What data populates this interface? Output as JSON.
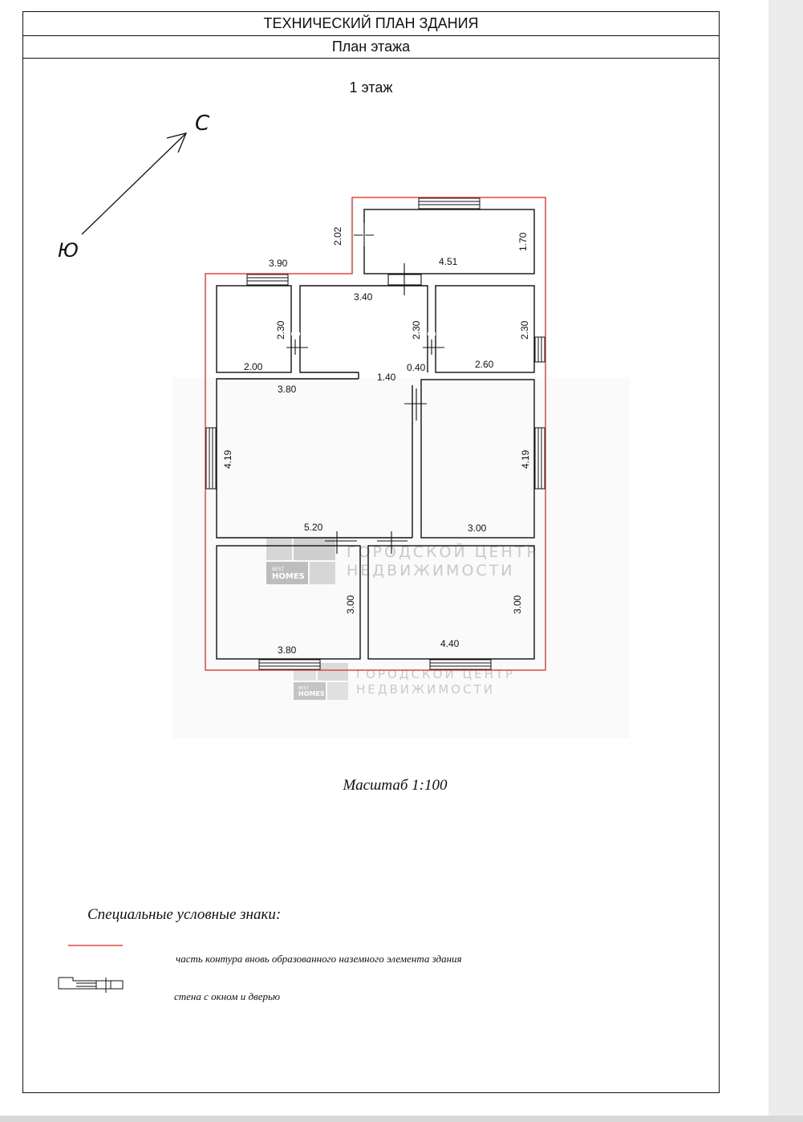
{
  "header": {
    "title": "ТЕХНИЧЕСКИЙ ПЛАН ЗДАНИЯ",
    "subtitle": "План этажа"
  },
  "floor_label": "1 этаж",
  "compass": {
    "north": "С",
    "south": "Ю"
  },
  "dimensions": {
    "top_room_width": "4.51",
    "top_room_height": "1.70",
    "top_left_outer": "2.02",
    "top_left_width": "3.90",
    "hall_width": "3.40",
    "room_a_height": "2.30",
    "room_a_width": "2.00",
    "hall_height": "2.30",
    "room_c_height": "2.30",
    "room_c_width": "2.60",
    "corridor_width": "1.40",
    "door_gap": "0.40",
    "living_width": "3.80",
    "living_height": "4.19",
    "living_bottom": "5.20",
    "room_e_height": "4.19",
    "room_e_width": "3.00",
    "room_f_height": "3.00",
    "room_f_width": "3.80",
    "room_g_height": "3.00",
    "room_g_width": "4.40"
  },
  "watermark": {
    "line1": "ГОРОДСКОЙ ЦЕНТР",
    "line2": "НЕДВИЖИМОСТИ",
    "logo_top": "BEST",
    "logo_bottom": "HOMES"
  },
  "scale": "Масштаб 1:100",
  "legend": {
    "title": "Специальные условные знаки:",
    "items": [
      {
        "text": "часть контура вновь образованного наземного элемента здания",
        "symbol": "red-line"
      },
      {
        "text": "стена с окном и дверью",
        "symbol": "wall-window-door"
      }
    ]
  },
  "colors": {
    "contour": "#e0473f",
    "walls": "#111111",
    "watermark": "#c9c9c9"
  }
}
